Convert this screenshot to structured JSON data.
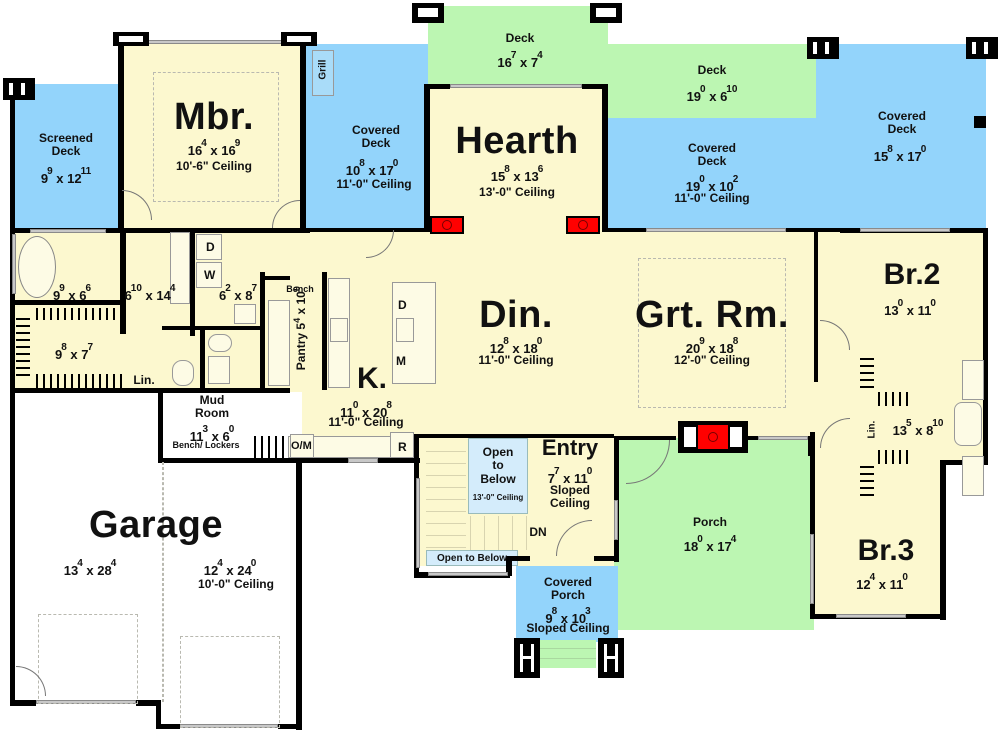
{
  "plan": {
    "colors": {
      "interior": "#fcf8cf",
      "covered": "#93d4fb",
      "open_deck": "#bcf6b2",
      "garage": "#ffffff",
      "fireplace": "#ff0000",
      "wall": "#000000"
    },
    "rooms": {
      "screened_deck": {
        "name_line1": "Screened",
        "name_line2": "Deck",
        "w": "9",
        "w_in": "9",
        "l": "12",
        "l_in": "11"
      },
      "mbr": {
        "name": "Mbr.",
        "w": "16",
        "w_in": "4",
        "l": "16",
        "l_in": "9",
        "ceiling": "10'-6\" Ceiling"
      },
      "covered_deck_left": {
        "name_line1": "Covered",
        "name_line2": "Deck",
        "w": "10",
        "w_in": "8",
        "l": "17",
        "l_in": "0",
        "ceiling": "11'-0\" Ceiling"
      },
      "deck_top": {
        "name": "Deck",
        "w": "16",
        "w_in": "7",
        "l": "7",
        "l_in": "4"
      },
      "hearth": {
        "name": "Hearth",
        "w": "15",
        "w_in": "8",
        "l": "13",
        "l_in": "6",
        "ceiling": "13'-0\" Ceiling"
      },
      "deck_right": {
        "name": "Deck",
        "w": "19",
        "w_in": "0",
        "l": "6",
        "l_in": "10"
      },
      "covered_deck_mid": {
        "name_line1": "Covered",
        "name_line2": "Deck",
        "w": "19",
        "w_in": "0",
        "l": "10",
        "l_in": "2",
        "ceiling": "11'-0\" Ceiling"
      },
      "covered_deck_right": {
        "name_line1": "Covered",
        "name_line2": "Deck",
        "w": "15",
        "w_in": "8",
        "l": "17",
        "l_in": "0"
      },
      "master_bath": {
        "w": "9",
        "w_in": "9",
        "l": "6",
        "l_in": "6"
      },
      "master_hall": {
        "w": "6",
        "w_in": "10",
        "l": "14",
        "l_in": "4"
      },
      "master_closet": {
        "w": "9",
        "w_in": "8",
        "l": "7",
        "l_in": "7"
      },
      "laundry": {
        "w": "6",
        "w_in": "2",
        "l": "8",
        "l_in": "7",
        "dryer": "D",
        "washer": "W"
      },
      "pantry": {
        "name": "Pantry",
        "w": "5",
        "w_in": "4",
        "l": "10",
        "l_in": "0",
        "bench": "Bench"
      },
      "kitchen": {
        "name": "K.",
        "w": "11",
        "w_in": "0",
        "l": "20",
        "l_in": "8",
        "ceiling": "11'-0\" Ceiling",
        "dishwasher": "D",
        "microwave": "M",
        "oven": "O/M",
        "fridge": "R"
      },
      "dining": {
        "name": "Din.",
        "w": "12",
        "w_in": "8",
        "l": "18",
        "l_in": "0",
        "ceiling": "11'-0\" Ceiling"
      },
      "great_room": {
        "name": "Grt. Rm.",
        "w": "20",
        "w_in": "9",
        "l": "18",
        "l_in": "8",
        "ceiling": "12'-0\" Ceiling"
      },
      "br2": {
        "name": "Br.2",
        "w": "13",
        "w_in": "0",
        "l": "11",
        "l_in": "0"
      },
      "bath2": {
        "w": "13",
        "w_in": "5",
        "l": "8",
        "l_in": "10",
        "linen": "Lin."
      },
      "br3": {
        "name": "Br.3",
        "w": "12",
        "w_in": "4",
        "l": "11",
        "l_in": "0"
      },
      "master_linen": {
        "name": "Lin."
      },
      "mud_room": {
        "name_line1": "Mud",
        "name_line2": "Room",
        "w": "11",
        "w_in": "3",
        "l": "6",
        "l_in": "0",
        "note": "Bench/ Lockers"
      },
      "entry": {
        "name": "Entry",
        "w": "7",
        "w_in": "7",
        "l": "11",
        "l_in": "0",
        "ceiling_line1": "Sloped",
        "ceiling_line2": "Ceiling"
      },
      "open_to_below_stair": {
        "line1": "Open",
        "line2": "to",
        "line3": "Below",
        "ceiling": "13'-0\" Ceiling",
        "stair_label": "DN"
      },
      "open_to_below_strip": {
        "label": "Open to Below"
      },
      "porch": {
        "name": "Porch",
        "w": "18",
        "w_in": "0",
        "l": "17",
        "l_in": "4"
      },
      "covered_porch": {
        "name_line1": "Covered",
        "name_line2": "Porch",
        "w": "9",
        "w_in": "8",
        "l": "10",
        "l_in": "3",
        "ceiling": "Sloped Ceiling"
      },
      "garage": {
        "name": "Garage",
        "bay1_w": "13",
        "bay1_w_in": "4",
        "bay1_l": "28",
        "bay1_l_in": "4",
        "bay2_w": "12",
        "bay2_w_in": "4",
        "bay2_l": "24",
        "bay2_l_in": "0",
        "ceiling": "10'-0\" Ceiling"
      },
      "grill": {
        "name": "Grill"
      }
    }
  }
}
